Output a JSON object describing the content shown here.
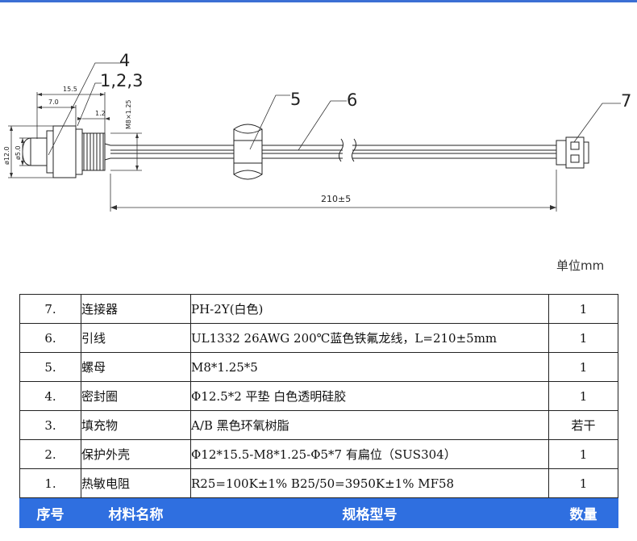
{
  "drawing": {
    "callouts": [
      "4",
      "1,2,3",
      "5",
      "6",
      "7"
    ],
    "dimensions": {
      "d_15_5": "15.5",
      "d_7_0": "7.0",
      "d_1_2": "1.2",
      "thread": "M8×1.25",
      "dia_12": "ø12.0",
      "dia_5": "ø5.0",
      "length": "210±5"
    },
    "unit": "单位mm"
  },
  "bom": {
    "header": {
      "index": "序号",
      "name": "材料名称",
      "spec": "规格型号",
      "qty": "数量"
    },
    "rows": [
      {
        "index": "7.",
        "name": "连接器",
        "spec": "PH-2Y(白色)",
        "qty": "1"
      },
      {
        "index": "6.",
        "name": "引线",
        "spec": "UL1332 26AWG 200℃蓝色铁氟龙线，L=210±5mm",
        "qty": "1"
      },
      {
        "index": "5.",
        "name": "螺母",
        "spec": "M8*1.25*5",
        "qty": "1"
      },
      {
        "index": "4.",
        "name": "密封圈",
        "spec": "Φ12.5*2 平垫 白色透明硅胶",
        "qty": "1"
      },
      {
        "index": "3.",
        "name": "填充物",
        "spec": "A/B 黑色环氧树脂",
        "qty": "若干"
      },
      {
        "index": "2.",
        "name": "保护外壳",
        "spec": "Φ12*15.5-M8*1.25-Φ5*7 有扁位（SUS304）",
        "qty": "1"
      },
      {
        "index": "1.",
        "name": "热敏电阻",
        "spec": "R25=100K±1%   B25/50=3950K±1%   MF58",
        "qty": "1"
      }
    ]
  }
}
